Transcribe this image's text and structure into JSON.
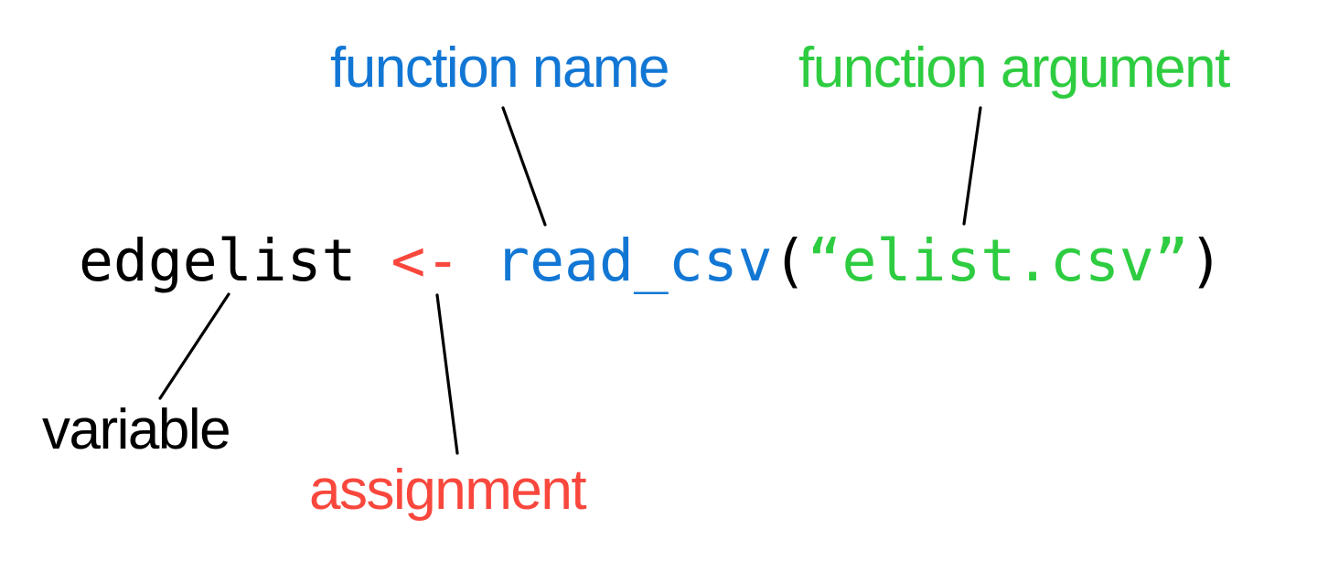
{
  "figure": {
    "background": "#ffffff",
    "palette": {
      "blue": "#1277d4",
      "green": "#2ecc40",
      "red": "#f9473d",
      "black": "#000000",
      "line": "#000000"
    },
    "labels": {
      "function_name": {
        "text": "function name",
        "color": "#1277d4",
        "points_to": "read_csv"
      },
      "function_argument": {
        "text": "function argument",
        "color": "#2ecc40",
        "points_to": "“elist.csv”"
      },
      "variable": {
        "text": "variable",
        "color": "#000000",
        "points_to": "edgelist"
      },
      "assignment": {
        "text": "assignment",
        "color": "#f9473d",
        "points_to": "<-"
      }
    },
    "code": {
      "full_text": "edgelist <- read_csv(“elist.csv”)",
      "tokens": [
        {
          "role": "variable",
          "text": "edgelist",
          "color": "#000000"
        },
        {
          "role": "space",
          "text": " ",
          "color": "#000000"
        },
        {
          "role": "assignment-operator",
          "text": "<-",
          "color": "#f9473d"
        },
        {
          "role": "space",
          "text": " ",
          "color": "#000000"
        },
        {
          "role": "function-name",
          "text": "read_csv",
          "color": "#1277d4"
        },
        {
          "role": "open-paren",
          "text": "(",
          "color": "#000000"
        },
        {
          "role": "function-argument",
          "text": "“elist.csv”",
          "color": "#2ecc40"
        },
        {
          "role": "close-paren",
          "text": ")",
          "color": "#000000"
        }
      ]
    }
  }
}
